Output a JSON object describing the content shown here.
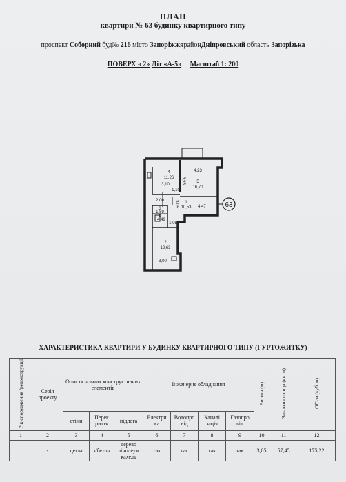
{
  "header": {
    "title": "ПЛАН",
    "subtitle": "квартири  № 63 будинку квартирного типу"
  },
  "address": {
    "prefix_prospect": "проспект",
    "prospect": "Соборний",
    "house_label": "буд№",
    "house": "216",
    "city_label": "місто",
    "city": "Запоріжжя",
    "district_label": "район",
    "district": "Дніпровський",
    "region_label": "область",
    "region": "Запорізька"
  },
  "floor_line": {
    "floor": "ПОВЕРХ « 2»",
    "lit": "Літ «А-5»",
    "scale": "Масштаб 1: 200"
  },
  "plan": {
    "apartment_no": "63",
    "rooms": [
      {
        "no": "4",
        "area": "11,26"
      },
      {
        "no": "5",
        "area": "16,70"
      },
      {
        "no": "1",
        "area": "10,53"
      },
      {
        "no": "3",
        "area": "1,89"
      },
      {
        "no": "6",
        "area": "4,49"
      },
      {
        "no": "2",
        "area": "12,63"
      }
    ],
    "dims": [
      "3,10",
      "4,23",
      "3,95",
      "1,10",
      "2,00",
      "3,05",
      "4,47",
      "1,05",
      "3,00"
    ]
  },
  "characteristics_title": {
    "main": "ХАРАКТЕРИСТИКА КВАРТИРИ  У БУДИНКУ КВАРТИРНОГО ТИПУ (",
    "struck": "ГУРТОЖИТКУ",
    "end": ")"
  },
  "table": {
    "h_year": "Рік спорудження /реконструкції",
    "h_series": "Серія проекту",
    "h_constr": "Опис основних конструктивних елементів",
    "h_eng": "Інженерне обладнання",
    "h_height": "Висота (м)",
    "h_area": "Загальна площа (кв. м)",
    "h_volume": "Об'єм (куб. м)",
    "sub_walls": "стіни",
    "sub_floors": "Перек риття",
    "sub_floorcover": "підлога",
    "sub_electric": "Електри ка",
    "sub_water": "Водопро від",
    "sub_sewer": "Каналі зація",
    "sub_gas": "Газопро від",
    "nums": [
      "1",
      "2",
      "3",
      "4",
      "5",
      "6",
      "7",
      "8",
      "9",
      "10",
      "11",
      "12"
    ],
    "row": {
      "year": "",
      "series": "-",
      "walls": "цегла",
      "floors": "з/бетон",
      "floorcover": "дерево лінолеум кахель",
      "electric": "так",
      "water": "так",
      "sewer": "так",
      "gas": "так",
      "height": "3,05",
      "area": "57,45",
      "volume": "175,22"
    }
  }
}
